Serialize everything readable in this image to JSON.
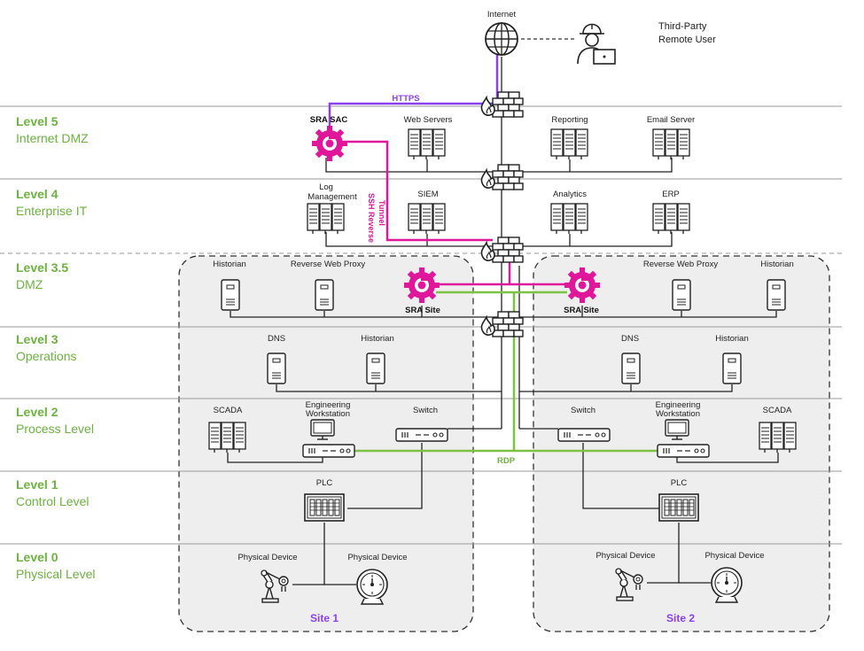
{
  "levels": [
    {
      "title": "Level 5",
      "subtitle": "Internet DMZ"
    },
    {
      "title": "Level 4",
      "subtitle": "Enterprise IT"
    },
    {
      "title": "Level 3.5",
      "subtitle": "DMZ"
    },
    {
      "title": "Level 3",
      "subtitle": "Operations"
    },
    {
      "title": "Level 2",
      "subtitle": "Process Level"
    },
    {
      "title": "Level 1",
      "subtitle": "Control Level"
    },
    {
      "title": "Level 0",
      "subtitle": "Physical Level"
    }
  ],
  "top": {
    "internet": "Internet",
    "remote_user_line1": "Third-Party",
    "remote_user_line2": "Remote User",
    "https": "HTTPS"
  },
  "level5": {
    "sra_sac": "SRA SAC",
    "web_servers": "Web Servers",
    "reporting": "Reporting",
    "email_server": "Email Server"
  },
  "level4": {
    "log_mgmt_line1": "Log",
    "log_mgmt_line2": "Management",
    "siem": "SIEM",
    "analytics": "Analytics",
    "erp": "ERP",
    "ssh_tunnel_line1": "SSH Reverse",
    "ssh_tunnel_line2": "Tunnel"
  },
  "site1": {
    "name": "Site 1",
    "historian_dmz": "Historian",
    "reverse_proxy": "Reverse Web Proxy",
    "sra_site": "SRA Site",
    "dns": "DNS",
    "historian_ops": "Historian",
    "scada": "SCADA",
    "eng_ws_line1": "Engineering",
    "eng_ws_line2": "Workstation",
    "switch": "Switch",
    "plc": "PLC",
    "physical_device_1": "Physical Device",
    "physical_device_2": "Physical Device"
  },
  "site2": {
    "name": "Site 2",
    "historian_dmz": "Historian",
    "reverse_proxy": "Reverse Web Proxy",
    "sra_site": "SRA Site",
    "dns": "DNS",
    "historian_ops": "Historian",
    "scada": "SCADA",
    "eng_ws_line1": "Engineering",
    "eng_ws_line2": "Workstation",
    "switch": "Switch",
    "plc": "PLC",
    "physical_device_1": "Physical Device",
    "physical_device_2": "Physical Device"
  },
  "rdp": "RDP",
  "colors": {
    "level_green": "#6cb33f",
    "sra_magenta": "#e0179b",
    "https_purple": "#8a3ff0",
    "rdp_green": "#7dc242",
    "site_bg": "#eeeeee"
  }
}
